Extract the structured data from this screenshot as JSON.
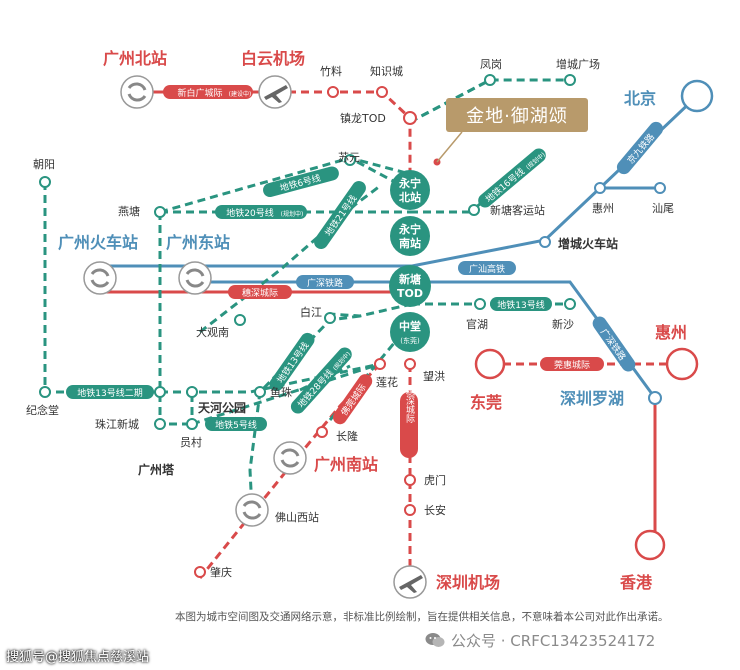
{
  "brand": {
    "project_name": "金地·御湖颂"
  },
  "hubs": [
    {
      "id": "yongning_north",
      "name": "永宁北站",
      "line1": "永宁",
      "line2": "北站"
    },
    {
      "id": "yongning_south",
      "name": "永宁南站",
      "line1": "永宁",
      "line2": "南站"
    },
    {
      "id": "xintang_tod",
      "name": "新塘TOD",
      "line1": "新塘",
      "line2": "TOD"
    },
    {
      "id": "zhongtang",
      "name": "中堂(东莞)",
      "line1": "中堂",
      "line2": "(东莞)"
    }
  ],
  "cities": {
    "beijing": "北京",
    "huizhou": "惠州",
    "dongguan": "东莞",
    "hongkong": "香港",
    "shenzhen_luohu": "深圳罗湖",
    "guangzhou_north": "广州北站",
    "baiyun_airport": "白云机场",
    "guangzhou_station": "广州火车站",
    "guangzhou_east": "广州东站",
    "guangzhou_south": "广州南站",
    "shenzhen_airport": "深圳机场",
    "tianhe_park": "天河公园",
    "canton_tower": "广州塔",
    "zengcheng_station": "增城火车站"
  },
  "stations": {
    "zhuliao": "竹料",
    "zhishicheng": "知识城",
    "fenggang": "凤岗",
    "zengcheng_plaza": "增城广场",
    "zhenlong_tod": "镇龙TOD",
    "chaoyang": "朝阳",
    "suyuan": "苏元",
    "yantang": "燕塘",
    "xintang_bus": "新塘客运站",
    "huizhou_small": "惠州",
    "shanwei": "汕尾",
    "baijiang": "白江",
    "daguannan": "大观南",
    "guanhu": "官湖",
    "xinsha": "新沙",
    "jinianzang": "纪念堂",
    "zhujiang_newtown": "珠江新城",
    "yuancun": "员村",
    "yuzhu": "鱼珠",
    "lianhua": "莲花",
    "wanghong": "望洪",
    "changlong": "长隆",
    "humen": "虎门",
    "chang_an": "长安",
    "foshan_west": "佛山西站",
    "zhaoqing": "肇庆"
  },
  "lines": {
    "xinbai": "新白广城际",
    "xinbai_sub": "(建设中)",
    "metro6": "地铁6号线",
    "metro20": "地铁20号线",
    "metro20_sub": "(规划中)",
    "metro21": "地铁21号线",
    "metro16": "地铁16号线",
    "metro16_sub": "(规划中)",
    "jingjiu": "京九铁路",
    "guangshan": "广汕高铁",
    "guangshen_rail": "广深铁路",
    "suishen": "穗深城际",
    "metro13": "地铁13号线",
    "metro13_phase2": "地铁13号线二期",
    "metro5": "地铁5号线",
    "metro13_b": "地铁13号线",
    "metro28": "地铁28号线",
    "metro28_sub": "(规划中)",
    "foguan": "佛莞城际",
    "guanhui": "莞惠城际",
    "guangshen_r": "广深铁路",
    "suishen_v": "穗深城际"
  },
  "icons": [
    "airplane-icon",
    "rail-hub-icon",
    "wechat-icon"
  ],
  "colors": {
    "red": "#d94a4a",
    "blue": "#4f8fb8",
    "teal": "#2a9480",
    "gold": "#b89a6b"
  },
  "footer": {
    "disclaimer": "本图为城市空间图及交通网络示意，非标准比例绘制，旨在提供相关信息，不意味着本公司对此作出承诺。",
    "wechat": "公众号 · CRFC13423524172",
    "watermark": "搜狐号@搜狐焦点慈溪站"
  }
}
